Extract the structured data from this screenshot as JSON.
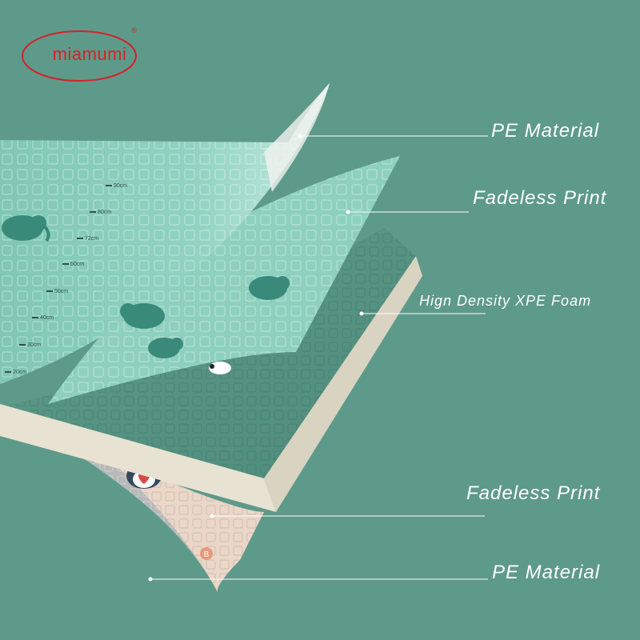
{
  "brand": {
    "name": "miamumi",
    "registered_mark": "®",
    "color": "#d8202a"
  },
  "colors": {
    "background": "#5e9a89",
    "mat_top": "#8fd0bf",
    "foam_edge": "#e8e2d2",
    "print_bottom": "#ecd6c8",
    "pe_bottom": "#b7b9b8",
    "callout_text": "#ffffff"
  },
  "ruler_marks": [
    "90cm",
    "80cm",
    "72cm",
    "60cm",
    "50cm",
    "40cm",
    "30cm",
    "20cm"
  ],
  "callouts": [
    {
      "id": "pe-material-top",
      "label": "PE Material"
    },
    {
      "id": "fadeless-print-top",
      "label": "Fadeless Print"
    },
    {
      "id": "xpe-foam",
      "label": "Hign Density XPE Foam"
    },
    {
      "id": "fadeless-print-bottom",
      "label": "Fadeless Print"
    },
    {
      "id": "pe-material-bottom",
      "label": "PE Material"
    }
  ],
  "icons": [
    "elephant-icon",
    "bird-icon",
    "penguin-icon",
    "heart-icon",
    "letter-b-icon"
  ]
}
